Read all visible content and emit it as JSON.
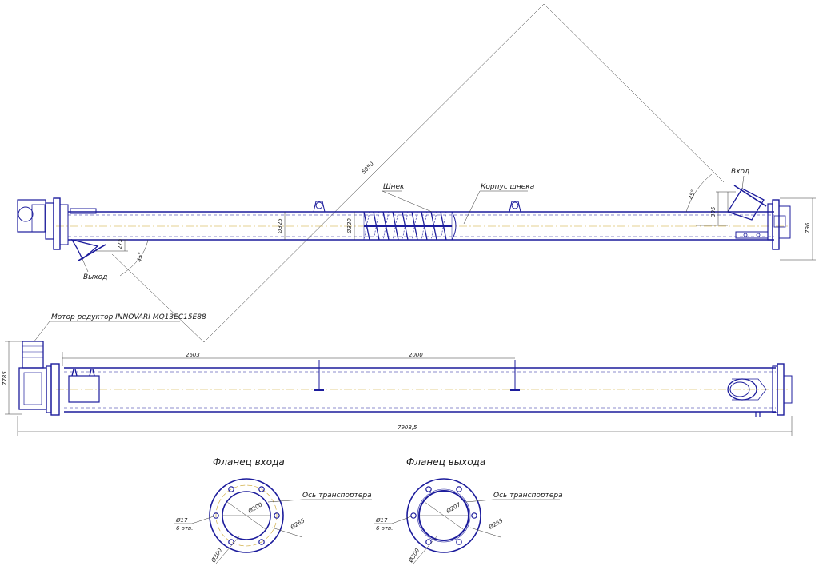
{
  "colors": {
    "outline": "#1c1c9c",
    "dimension": "#333333",
    "axis": "#c9a227",
    "background": "#ffffff"
  },
  "top_view": {
    "labels": {
      "auger": "Шнек",
      "housing": "Корпус шнека",
      "inlet": "Вход",
      "outlet": "Выход"
    },
    "dimensions": {
      "diagonal": "5050",
      "angle_inlet": "45°",
      "angle_outlet": "45°",
      "inlet_height": "305",
      "outlet_height": "275",
      "diameter_housing": "Ø325",
      "diameter_auger": "Ø320",
      "total_height": "796"
    }
  },
  "side_view": {
    "labels": {
      "motor": "Мотор редуктор INNOVARI MQ13EC15E88"
    },
    "dimensions": {
      "support_spacing_1": "2603",
      "support_spacing_2": "2000",
      "total_length": "7908,5",
      "height": "7785"
    }
  },
  "flange_inlet": {
    "title": "Фланец входа",
    "axis_label": "Ось транспортера",
    "hole_diameter": "Ø17",
    "hole_count": "6 отв.",
    "inner_diameter": "Ø200",
    "bolt_circle": "Ø265",
    "outer_diameter": "Ø300"
  },
  "flange_outlet": {
    "title": "Фланец выхода",
    "axis_label": "Ось транспортера",
    "hole_diameter": "Ø17",
    "hole_count": "6 отв.",
    "inner_diameter": "Ø207",
    "bolt_circle": "Ø265",
    "outer_diameter": "Ø300"
  }
}
